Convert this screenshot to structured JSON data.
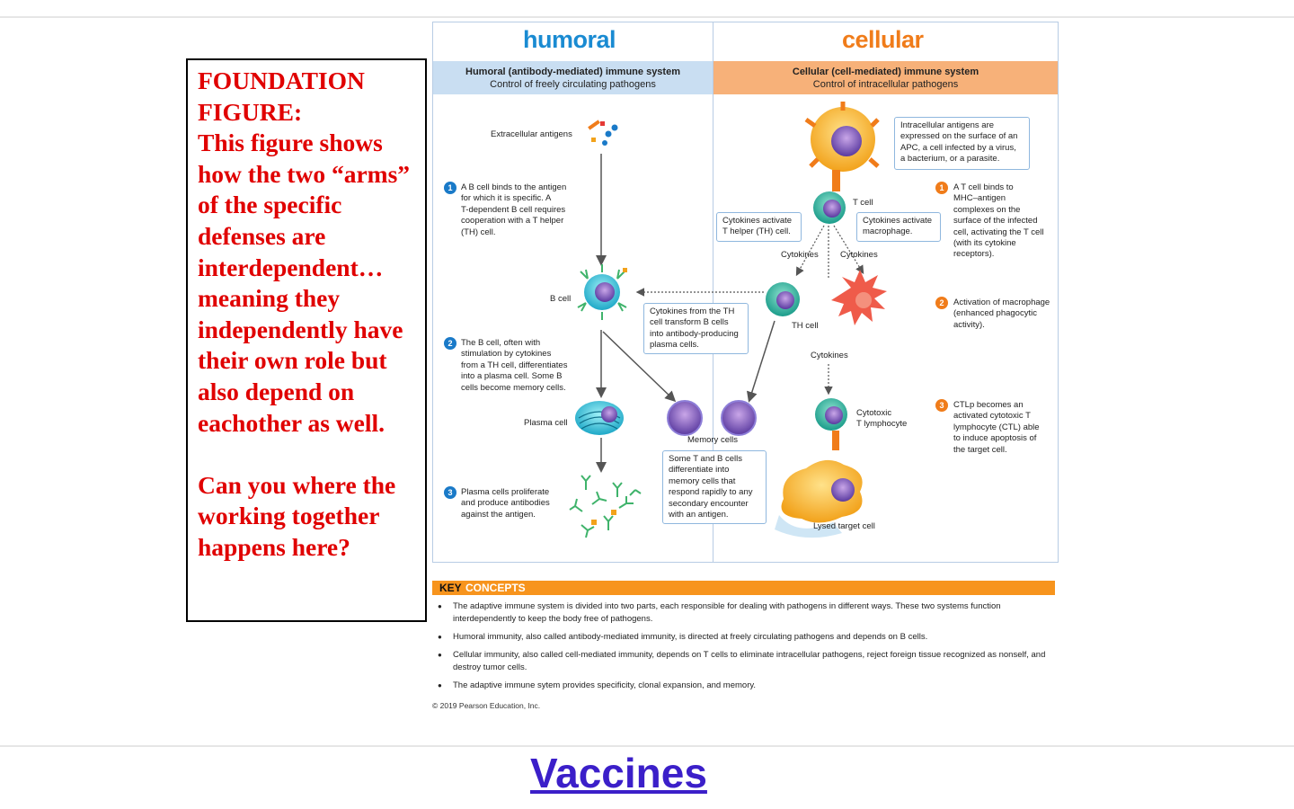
{
  "note": {
    "text": "FOUNDATION FIGURE:\nThis figure shows how the two “arms” of the specific defenses are interdependent… meaning they independently have their own role but also depend on eachother as well.\n\nCan you where the working together happens here?"
  },
  "figure": {
    "humoral_title": "humoral",
    "cellular_title": "cellular",
    "humoral_band_title": "Humoral (antibody-mediated) immune system",
    "humoral_band_sub": "Control of freely circulating pathogens",
    "cellular_band_title": "Cellular (cell-mediated) immune system",
    "cellular_band_sub": "Control of intracellular pathogens",
    "labels": {
      "extracellular_antigens": "Extracellular antigens",
      "b_cell": "B cell",
      "plasma_cell": "Plasma cell",
      "memory_cells": "Memory cells",
      "t_cell": "T cell",
      "th_cell": "TH cell",
      "cytokines_1": "Cytokines",
      "cytokines_2": "Cytokines",
      "cytokines_3": "Cytokines",
      "cytotoxic": "Cytotoxic\nT lymphocyte",
      "lysed": "Lysed target cell"
    },
    "steps": {
      "h1": "A B cell binds to the antigen\nfor which it is specific. A\nT-dependent B cell requires\ncooperation with a T helper\n(TH) cell.",
      "h2": "The B cell, often with\nstimulation by cytokines\nfrom a TH cell, differentiates\ninto a plasma cell. Some B\ncells become memory cells.",
      "h3": "Plasma cells proliferate\nand produce antibodies\nagainst the antigen.",
      "c1": "A T cell binds to\nMHC–antigen\ncomplexes on the\nsurface of the infected\ncell, activating the T cell\n(with its cytokine\nreceptors).",
      "c2": "Activation of macrophage\n(enhanced phagocytic\nactivity).",
      "c3": "CTLp becomes an\nactivated cytotoxic T\nlymphocyte (CTL) able\nto induce apoptosis of\nthe target cell."
    },
    "step_numbers": [
      "1",
      "2",
      "3"
    ],
    "boxes": {
      "intracellular": "Intracellular antigens are\nexpressed on the surface of an\nAPC, a cell infected by a virus,\na bacterium, or a parasite.",
      "cytokines_th": "Cytokines activate\nT helper (TH) cell.",
      "cytokines_macro": "Cytokines activate\nmacrophage.",
      "cytokines_b": "Cytokines from the TH\ncell transform B cells\ninto antibody-producing\nplasma cells.",
      "memory": "Some T and B cells\ndifferentiate into\nmemory cells that\nrespond rapidly to any\nsecondary encounter\nwith an antigen."
    }
  },
  "key": {
    "key_word": "KEY",
    "concepts_word": "CONCEPTS",
    "items": [
      "The adaptive immune system is divided into two parts, each responsible for dealing with pathogens in different ways. These two systems function interdependently to keep the body free of pathogens.",
      "Humoral immunity, also called antibody-mediated immunity, is directed at freely circulating pathogens and depends on B cells.",
      "Cellular immunity, also called cell-mediated immunity, depends on T cells to eliminate intracellular pathogens, reject foreign tissue recognized as nonself, and destroy tumor cells.",
      "The adaptive immune sytem provides specificity, clonal expansion, and memory."
    ],
    "copyright": "© 2019 Pearson Education, Inc."
  },
  "link": {
    "label": "Vaccines"
  },
  "colors": {
    "humoral": "#1a8bd2",
    "cellular": "#f07c1a",
    "note_text": "#e00000",
    "link": "#3b1fc9"
  }
}
